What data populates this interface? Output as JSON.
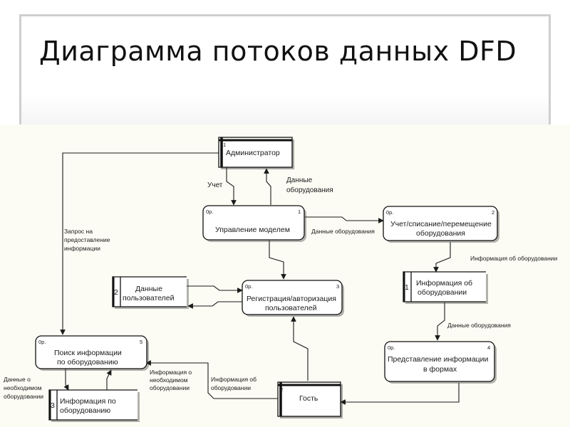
{
  "title": "Диаграмма потоков данных DFD",
  "external_entities": [
    {
      "id": "admin",
      "number": "1",
      "label": "Администратор"
    },
    {
      "id": "guest",
      "number": "2",
      "label": "Гость"
    }
  ],
  "processes": [
    {
      "id": "p1",
      "prefix": "0р.",
      "number": "1",
      "lines": [
        "Управление моделем"
      ]
    },
    {
      "id": "p2",
      "prefix": "0р.",
      "number": "2",
      "lines": [
        "Учет/списание/перемещение",
        "оборудования"
      ]
    },
    {
      "id": "p3",
      "prefix": "0р.",
      "number": "3",
      "lines": [
        "Регистрация/авторизация",
        "пользователей"
      ]
    },
    {
      "id": "p4",
      "prefix": "0р.",
      "number": "4",
      "lines": [
        "Представление информации",
        "в формах"
      ]
    },
    {
      "id": "p5",
      "prefix": "0р.",
      "number": "5",
      "lines": [
        "Поиск информации",
        "по оборудованию"
      ]
    }
  ],
  "data_stores": [
    {
      "id": "ds1",
      "number": "1",
      "lines": [
        "Информация об",
        "оборудовании"
      ]
    },
    {
      "id": "ds2",
      "number": "2",
      "lines": [
        "Данные",
        "пользователей"
      ]
    },
    {
      "id": "ds3",
      "number": "3",
      "lines": [
        "Информация по",
        "оборудованию"
      ]
    }
  ],
  "flows": {
    "uchet": "Учет",
    "dannye_oborudovaniya": [
      "Данные",
      "оборудования"
    ],
    "zapros": [
      "Запрос на",
      "предоставление",
      "информации"
    ],
    "dannye_oborudovaniya_p1_p2": "Данные оборудования",
    "info_ob_oborudovanii_p2_ds1": "Информация об оборудовании",
    "dannye_oborudovaniya_ds1_p4": "Данные оборудования",
    "info_o_neobkhodimom_p5": [
      "Информация о",
      "необходимом",
      "оборудовании"
    ],
    "info_ob_oborudovanii_p4_guest": [
      "Информация об",
      "оборудовании"
    ],
    "dannye_o_neobkhodimom": [
      "Данные о",
      "необходимом",
      "оборудовании"
    ]
  }
}
